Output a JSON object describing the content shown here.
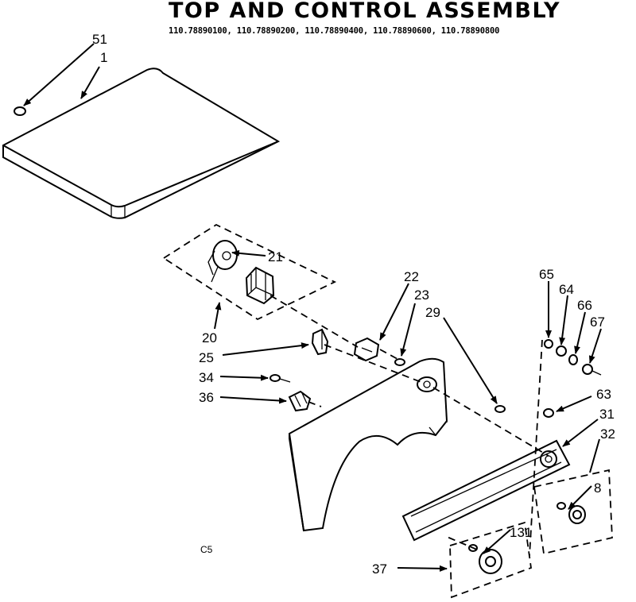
{
  "title": "TOP AND CONTROL ASSEMBLY",
  "model_numbers": "110.78890100, 110.78890200, 110.78890400, 110.78890600, 110.78890800",
  "callouts": {
    "c51": "51",
    "c1": "1",
    "c21": "21",
    "c20": "20",
    "c25": "25",
    "c34": "34",
    "c36": "36",
    "c22": "22",
    "c23": "23",
    "c29": "29",
    "c65": "65",
    "c64": "64",
    "c66": "66",
    "c67": "67",
    "c63": "63",
    "c31": "31",
    "c32": "32",
    "c8": "8",
    "c131": "131",
    "c37": "37"
  },
  "page_code": "C5"
}
